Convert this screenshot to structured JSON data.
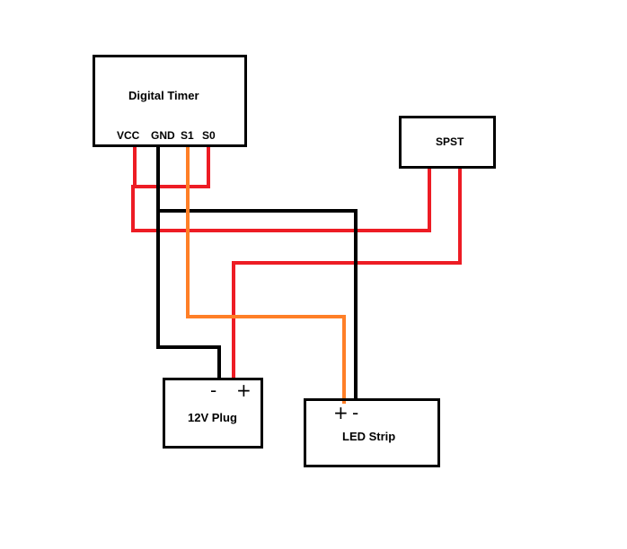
{
  "colors": {
    "box_border": "#000000",
    "wire_red": "#ed1c24",
    "wire_black": "#000000",
    "wire_orange": "#ff7f27"
  },
  "components": {
    "timer": {
      "title": "Digital Timer",
      "pins": {
        "vcc": "VCC",
        "gnd": "GND",
        "s1": "S1",
        "s0": "S0"
      }
    },
    "switch": {
      "title": "SPST"
    },
    "plug": {
      "title": "12V Plug",
      "minus": "-",
      "plus": "+"
    },
    "strip": {
      "title": "LED Strip",
      "plus": "+",
      "minus": "-"
    }
  },
  "wires": [
    {
      "id": "wire-vcc-s0-loop",
      "color": "red"
    },
    {
      "id": "wire-vcc-to-spst",
      "color": "red"
    },
    {
      "id": "wire-spst-to-plug-positive",
      "color": "red"
    },
    {
      "id": "wire-gnd-to-plug-negative",
      "color": "black"
    },
    {
      "id": "wire-gnd-to-strip-negative",
      "color": "black"
    },
    {
      "id": "wire-s1-to-strip-positive",
      "color": "orange"
    }
  ]
}
